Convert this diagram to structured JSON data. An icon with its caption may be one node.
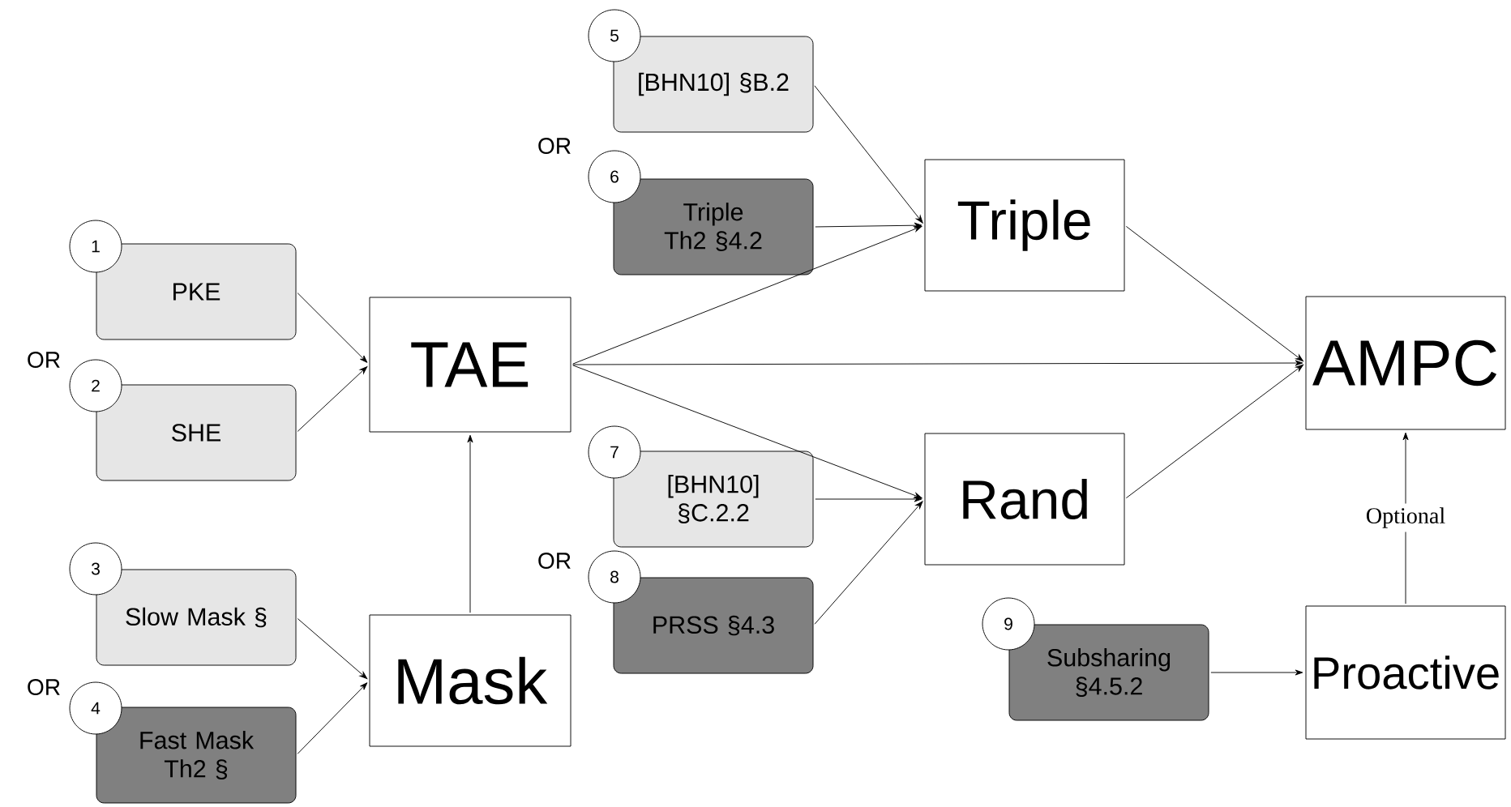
{
  "diagram": {
    "nodes": [
      {
        "text": [
          "1"
        ]
      },
      {
        "text": [
          "PKE"
        ]
      },
      {
        "text": [
          "2"
        ]
      },
      {
        "text": [
          "SHE"
        ]
      },
      {
        "text": [
          "3"
        ]
      },
      {
        "text": [
          "Slow Mask §"
        ]
      },
      {
        "text": [
          "4"
        ]
      },
      {
        "text": [
          "Fast Mask Th2 §"
        ]
      },
      {
        "text": [
          "TAE"
        ]
      },
      {
        "text": [
          "Mask"
        ]
      },
      {
        "text": [
          "5"
        ]
      },
      {
        "text": [
          "[BHN10] §B.2"
        ]
      },
      {
        "text": [
          "6"
        ]
      },
      {
        "text": [
          "Triple Th2 §4.2"
        ]
      },
      {
        "text": [
          "7"
        ]
      },
      {
        "text": [
          "[BHN10] §C.2.2"
        ]
      },
      {
        "text": [
          "8"
        ]
      },
      {
        "text": [
          "PRSS §4.3"
        ]
      },
      {
        "text": [
          "9"
        ]
      },
      {
        "text": [
          "Subsharing §4.5.2"
        ]
      },
      {
        "text": [
          "Triple"
        ]
      },
      {
        "text": [
          "Rand"
        ]
      },
      {
        "text": [
          "AMPC"
        ]
      },
      {
        "text": [
          "Proactive"
        ]
      }
    ],
    "edges": [
      {
        "from": 1,
        "to": 8,
        "arrow": "to"
      },
      {
        "from": 3,
        "to": 8,
        "arrow": "to"
      },
      {
        "from": 5,
        "to": 9,
        "arrow": "to"
      },
      {
        "from": 7,
        "to": 9,
        "arrow": "to"
      },
      {
        "from": 9,
        "to": 8,
        "arrow": "to"
      },
      {
        "from": 11,
        "to": 20,
        "arrow": "to"
      },
      {
        "from": 13,
        "to": 20,
        "arrow": "to"
      },
      {
        "from": 8,
        "to": 20,
        "arrow": "to"
      },
      {
        "from": 8,
        "to": 22,
        "arrow": "to"
      },
      {
        "from": 8,
        "to": 21,
        "arrow": "to"
      },
      {
        "from": 15,
        "to": 21,
        "arrow": "to"
      },
      {
        "from": 17,
        "to": 21,
        "arrow": "to"
      },
      {
        "from": 20,
        "to": 22,
        "arrow": "to"
      },
      {
        "from": 21,
        "to": 22,
        "arrow": "to"
      },
      {
        "from": 19,
        "to": 23,
        "arrow": "to"
      },
      {
        "from": 23,
        "to": 22,
        "arrow": "to",
        "label": "Optional"
      }
    ],
    "labels": [
      "OR",
      "OR",
      "OR",
      "OR"
    ]
  }
}
